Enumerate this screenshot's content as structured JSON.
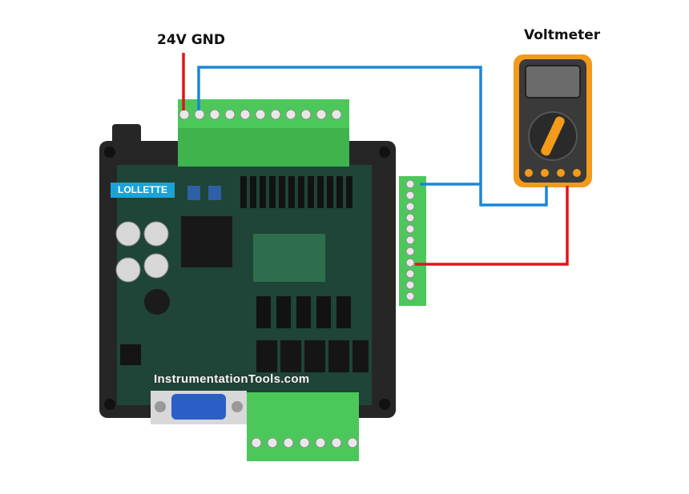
{
  "labels": {
    "supply": "24V GND",
    "meter": "Voltmeter",
    "brand": "LOLLETTE",
    "watermark": "InstrumentationTools.com"
  },
  "colors": {
    "positive_wire": "#e0141b",
    "ground_wire": "#1a86d9",
    "terminal_green": "#4cc85a",
    "board_green": "#1f4a3a",
    "case": "#2a2a2a",
    "meter_body": "#3a3a3a",
    "meter_frame": "#f39a1a"
  }
}
